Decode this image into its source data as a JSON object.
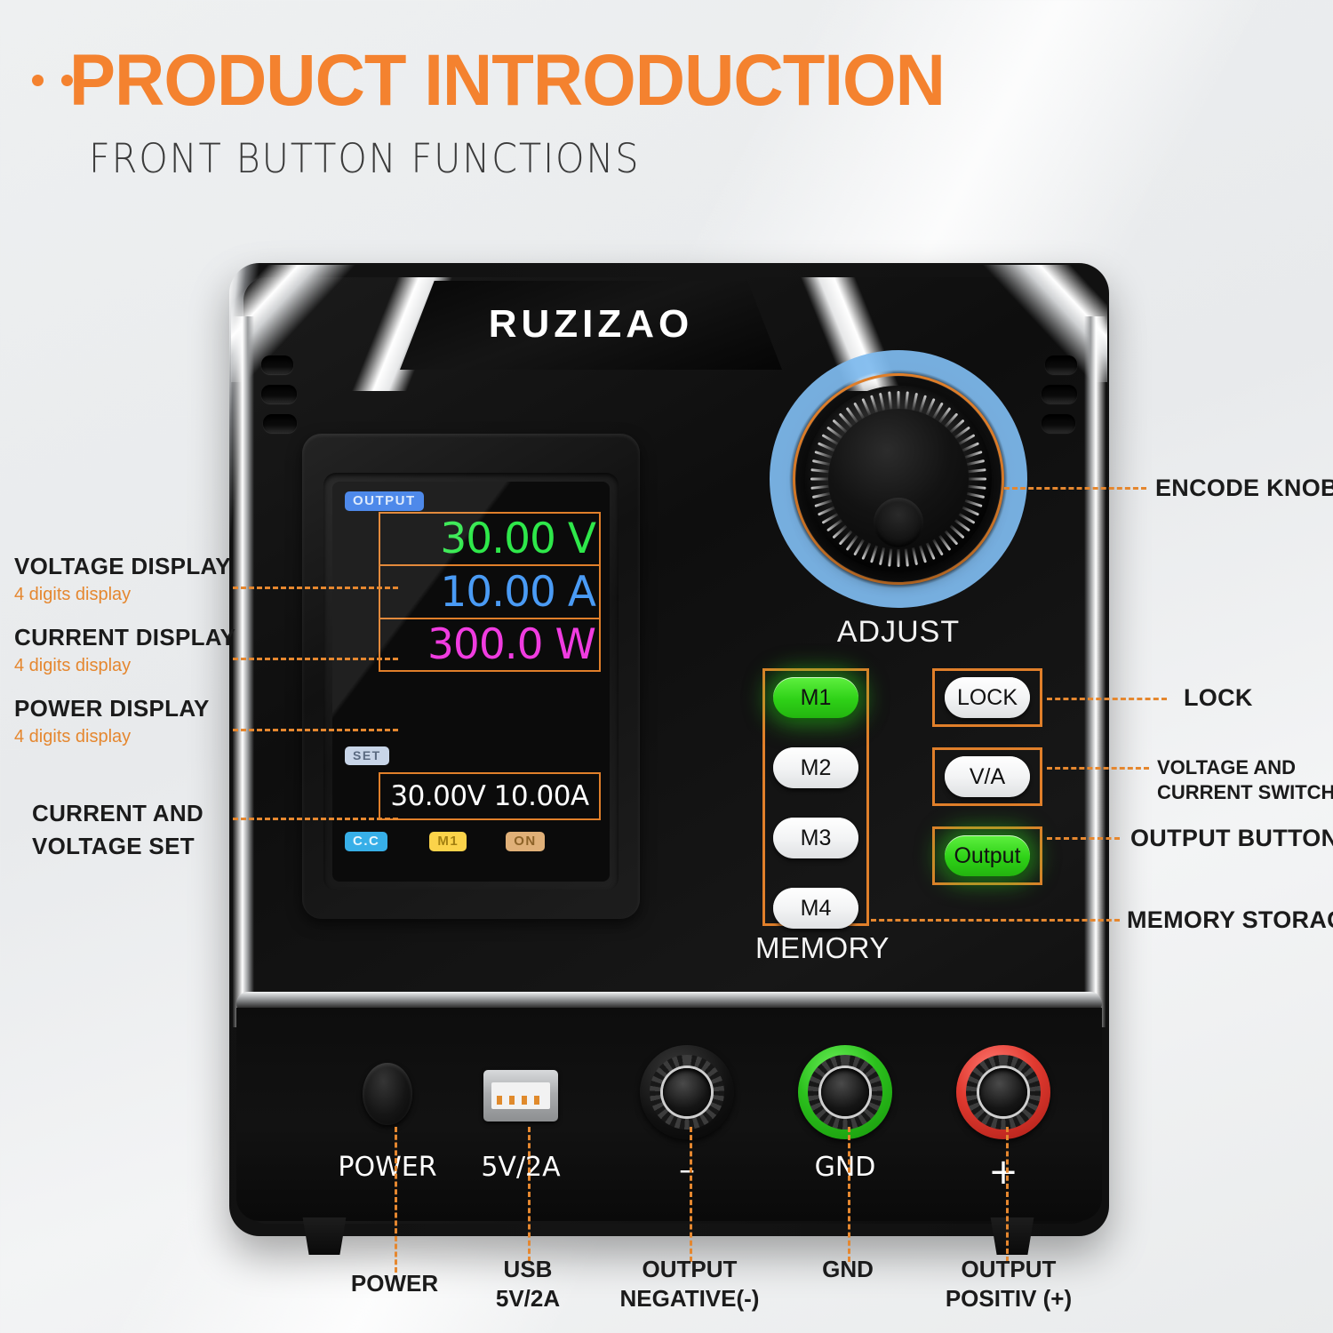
{
  "header": {
    "title": "PRODUCT INTRODUCTION",
    "subtitle": "FRONT BUTTON FUNCTIONS"
  },
  "colors": {
    "accent_orange": "#f4822f",
    "callout_line": "#e5872f",
    "voltage_green": "#2ee84a",
    "current_blue": "#4a9bf5",
    "power_magenta": "#f03ce0",
    "knob_ring_blue": "#7ebaee",
    "button_green": "#2ed117",
    "terminal_green": "#2bc01d",
    "terminal_red": "#e13a30",
    "background": "#eef0f1"
  },
  "device": {
    "brand": "RUZIZAO",
    "lcd": {
      "output_badge": "OUTPUT",
      "set_badge": "SET",
      "voltage": "30.00 V",
      "current": "10.00 A",
      "power": "300.0 W",
      "set_value": "30.00V 10.00A",
      "status": [
        {
          "label": "C.C",
          "color": "#37afe8"
        },
        {
          "label": "M1",
          "color": "#fbd34a"
        },
        {
          "label": "ON",
          "color": "#e0b078"
        }
      ]
    },
    "knob": {
      "label": "ADJUST"
    },
    "memory": {
      "group_label": "MEMORY",
      "buttons": [
        {
          "label": "M1",
          "active": true
        },
        {
          "label": "M2",
          "active": false
        },
        {
          "label": "M3",
          "active": false
        },
        {
          "label": "M4",
          "active": false
        }
      ]
    },
    "side_buttons": [
      {
        "label": "LOCK",
        "active": false
      },
      {
        "label": "V/A",
        "active": false
      },
      {
        "label": "Output",
        "active": true
      }
    ],
    "base": {
      "power_label": "POWER",
      "usb_label": "5V/2A",
      "negative_label": "–",
      "gnd_label": "GND",
      "positive_label": "+"
    }
  },
  "callouts": {
    "left": [
      {
        "title": "VOLTAGE DISPLAY",
        "sub": "4 digits display"
      },
      {
        "title": "CURRENT DISPLAY",
        "sub": "4 digits display"
      },
      {
        "title": "POWER DISPLAY",
        "sub": "4 digits display"
      }
    ],
    "left_set": {
      "line1": "CURRENT AND",
      "line2": "VOLTAGE SET"
    },
    "right": [
      {
        "title": "ENCODE KNOB"
      },
      {
        "title": "LOCK"
      },
      {
        "title": "OUTPUT BUTTON"
      },
      {
        "title": "MEMORY STORAGE"
      }
    ],
    "right_va": {
      "line1": "VOLTAGE AND",
      "line2": "CURRENT SWITCH KEY"
    },
    "bottom": [
      {
        "line1": "POWER",
        "line2": ""
      },
      {
        "line1": "USB",
        "line2": "5V/2A"
      },
      {
        "line1": "OUTPUT",
        "line2": "NEGATIVE(-)"
      },
      {
        "line1": "GND",
        "line2": ""
      },
      {
        "line1": "OUTPUT",
        "line2": "POSITIV (+)"
      }
    ]
  }
}
